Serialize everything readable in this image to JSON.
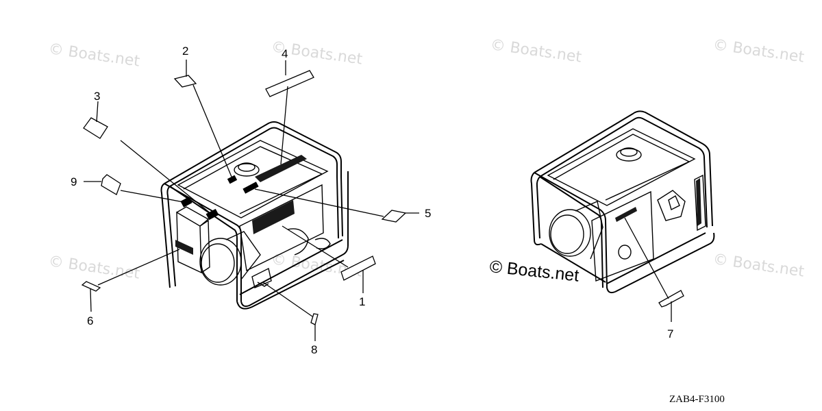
{
  "watermarks": [
    "© Boats.net",
    "© Boats.net",
    "© Boats.net",
    "© Boats.net",
    "© Boats.net",
    "© Boats.net",
    "© Boats.net"
  ],
  "brand_watermark": "© Boats.net",
  "callouts": [
    "1",
    "2",
    "3",
    "4",
    "5",
    "6",
    "7",
    "8",
    "9"
  ],
  "drawing_code": "ZAB4-F3100"
}
